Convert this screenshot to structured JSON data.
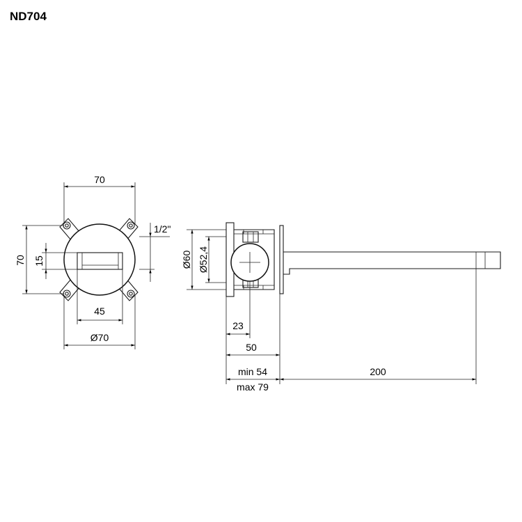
{
  "title": "ND704",
  "front_view": {
    "width_top": "70",
    "height_left": "70",
    "slot_height": "15",
    "slot_width": "45",
    "diameter_bottom": "Ø70",
    "thread": "1/2\""
  },
  "side_view": {
    "outer_diameter": "Ø60",
    "inner_diameter": "Ø52,4",
    "depth_1": "23",
    "depth_2": "50",
    "depth_min": "min 54",
    "depth_max": "max 79",
    "spout_length": "200"
  }
}
